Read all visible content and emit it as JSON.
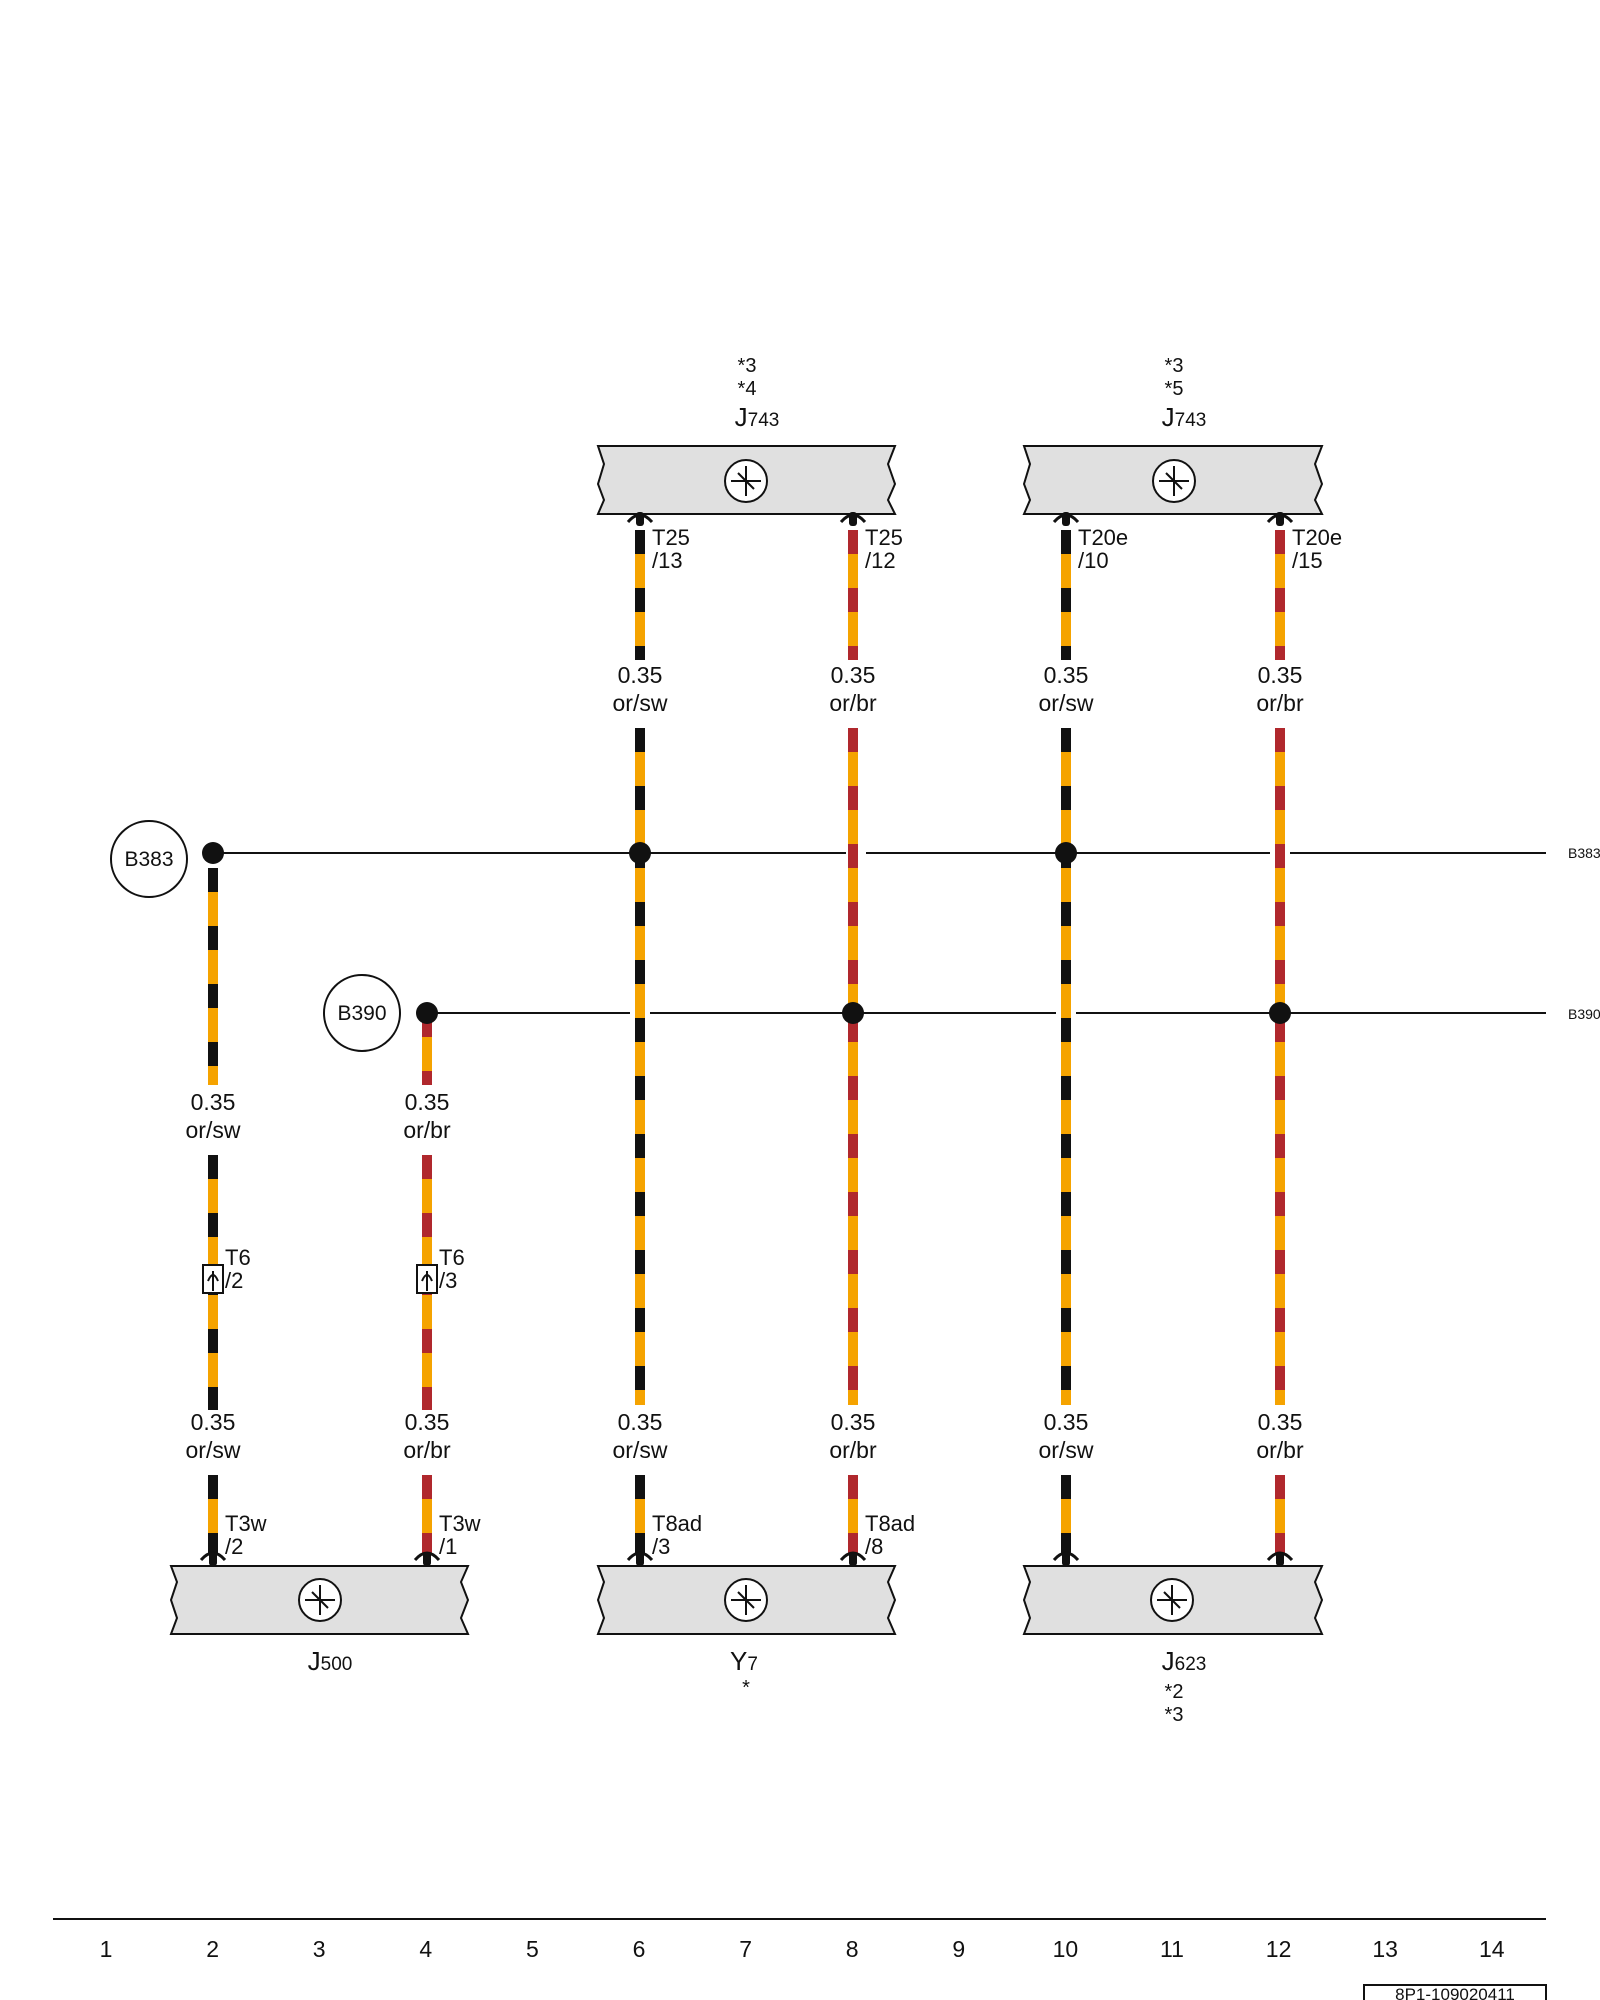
{
  "diagram": {
    "colors": {
      "orange": "#f5a300",
      "black": "#111111",
      "brown": "#b0282d",
      "box_fill": "#e0e0e0",
      "line": "#111111"
    },
    "top_components": [
      {
        "id": "j743-a",
        "name": "J",
        "sub": "743",
        "notes": [
          "*3",
          "*4"
        ]
      },
      {
        "id": "j743-b",
        "name": "J",
        "sub": "743",
        "notes": [
          "*3",
          "*5"
        ]
      }
    ],
    "bottom_components": [
      {
        "id": "j500",
        "name": "J",
        "sub": "500",
        "notes": []
      },
      {
        "id": "y7",
        "name": "Y",
        "sub": "7",
        "notes": [
          "*"
        ]
      },
      {
        "id": "j623",
        "name": "J",
        "sub": "623",
        "notes": [
          "*2",
          "*3"
        ]
      }
    ],
    "buses": [
      {
        "id": "b383",
        "label": "B383",
        "edge_label": "B383"
      },
      {
        "id": "b390",
        "label": "B390",
        "edge_label": "B390"
      }
    ],
    "wires": [
      {
        "id": "w2",
        "column": "2",
        "color": "or/sw",
        "labels": [
          {
            "size": "0.35",
            "color": "or/sw"
          },
          {
            "size": "0.35",
            "color": "or/sw"
          }
        ],
        "mid_connector": {
          "name": "T6",
          "pin": "/2"
        },
        "bottom_pin": {
          "name": "T3w",
          "pin": "/2"
        }
      },
      {
        "id": "w4",
        "column": "4",
        "color": "or/br",
        "labels": [
          {
            "size": "0.35",
            "color": "or/br"
          },
          {
            "size": "0.35",
            "color": "or/br"
          }
        ],
        "mid_connector": {
          "name": "T6",
          "pin": "/3"
        },
        "bottom_pin": {
          "name": "T3w",
          "pin": "/1"
        }
      },
      {
        "id": "w6",
        "column": "6",
        "color": "or/sw",
        "top_pin": {
          "name": "T25",
          "pin": "/13"
        },
        "labels": [
          {
            "size": "0.35",
            "color": "or/sw"
          },
          {
            "size": "0.35",
            "color": "or/sw"
          }
        ],
        "bottom_pin": {
          "name": "T8ad",
          "pin": "/3"
        }
      },
      {
        "id": "w8",
        "column": "8",
        "color": "or/br",
        "top_pin": {
          "name": "T25",
          "pin": "/12"
        },
        "labels": [
          {
            "size": "0.35",
            "color": "or/br"
          },
          {
            "size": "0.35",
            "color": "or/br"
          }
        ],
        "bottom_pin": {
          "name": "T8ad",
          "pin": "/8"
        }
      },
      {
        "id": "w10",
        "column": "10",
        "color": "or/sw",
        "top_pin": {
          "name": "T20e",
          "pin": "/10"
        },
        "labels": [
          {
            "size": "0.35",
            "color": "or/sw"
          },
          {
            "size": "0.35",
            "color": "or/sw"
          }
        ]
      },
      {
        "id": "w12",
        "column": "12",
        "color": "or/br",
        "top_pin": {
          "name": "T20e",
          "pin": "/15"
        },
        "labels": [
          {
            "size": "0.35",
            "color": "or/br"
          },
          {
            "size": "0.35",
            "color": "or/br"
          }
        ]
      }
    ],
    "columns": [
      "1",
      "2",
      "3",
      "4",
      "5",
      "6",
      "7",
      "8",
      "9",
      "10",
      "11",
      "12",
      "13",
      "14"
    ],
    "drawing_ref": "8P1-109020411"
  }
}
